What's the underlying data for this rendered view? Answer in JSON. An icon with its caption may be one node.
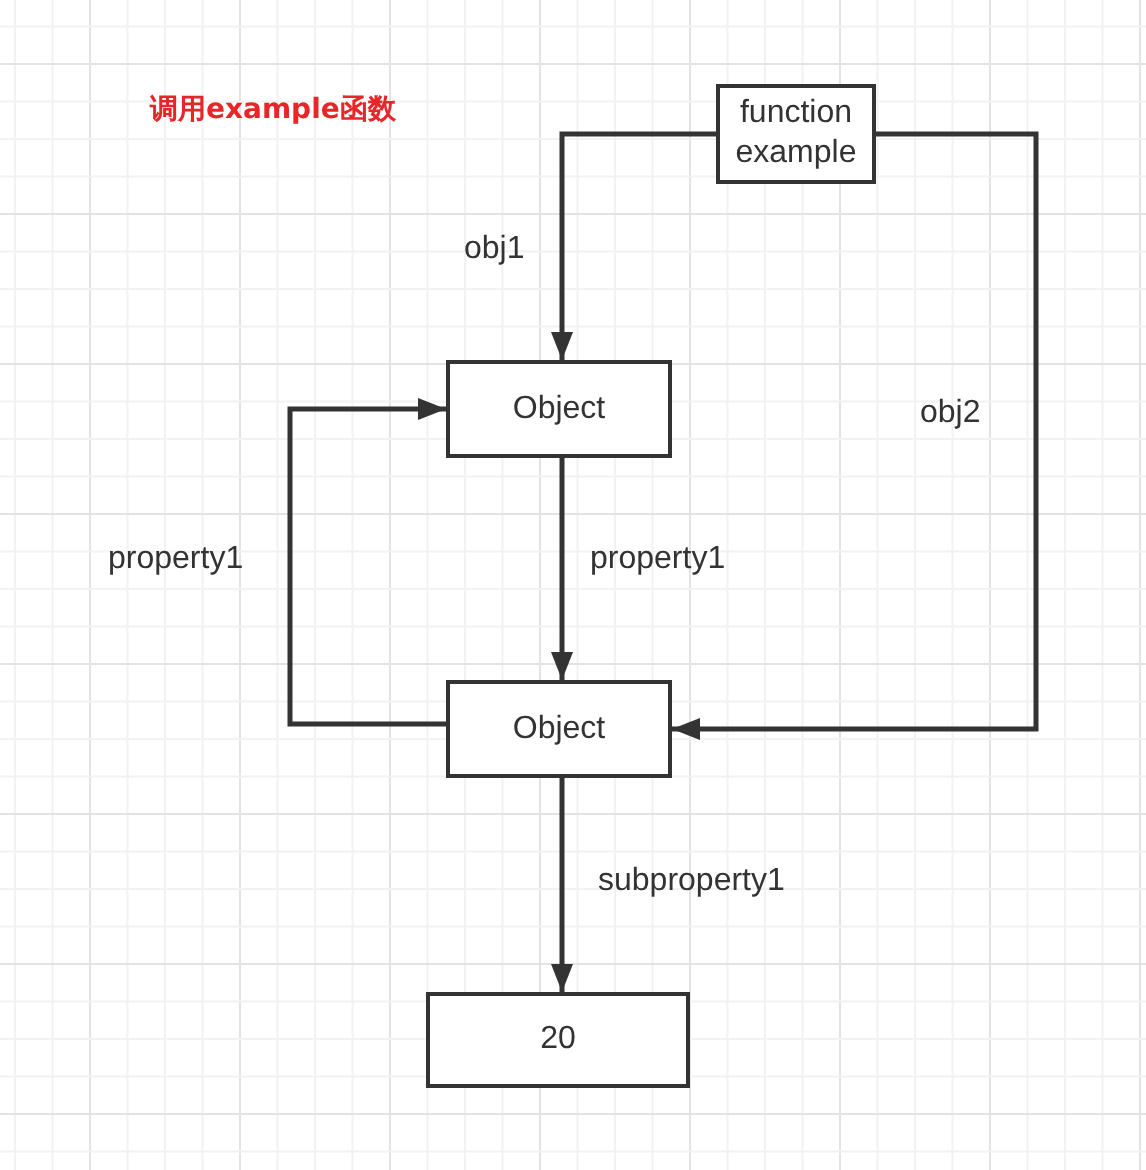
{
  "diagram": {
    "title": "调用example函数",
    "nodes": [
      {
        "text": [
          "function example"
        ]
      },
      {
        "text": [
          "Object"
        ]
      },
      {
        "text": [
          "Object"
        ]
      },
      {
        "text": [
          "20"
        ]
      }
    ],
    "edges": [
      {
        "from": 0,
        "to": 1,
        "arrow": "to",
        "label": "obj1"
      },
      {
        "from": 0,
        "to": 2,
        "arrow": "to",
        "label": "obj2"
      },
      {
        "from": 1,
        "to": 2,
        "arrow": "to",
        "label": "property1"
      },
      {
        "from": 2,
        "to": 1,
        "arrow": "to",
        "label": "property1"
      },
      {
        "from": 2,
        "to": 3,
        "arrow": "to",
        "label": "subproperty1"
      }
    ]
  }
}
